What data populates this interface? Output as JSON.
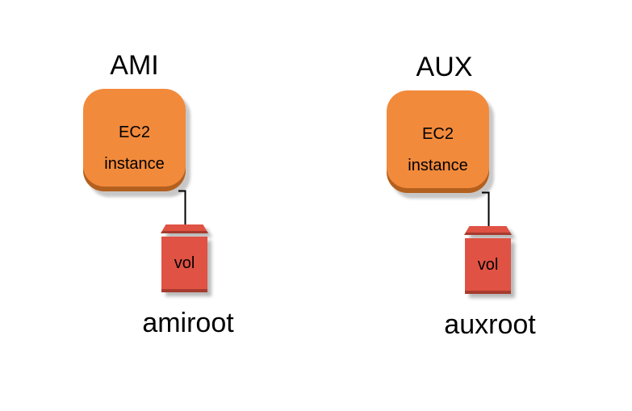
{
  "colors": {
    "background": "#ffffff",
    "instance_fill": "#F28A3C",
    "instance_shade": "#B3601F",
    "volume_fill": "#E05243",
    "volume_shade": "#A63B2E",
    "connector": "#000000",
    "shadow": "#c8c8c8",
    "text": "#000000"
  },
  "groups": [
    {
      "title": "AMI",
      "node_line1": "EC2",
      "node_line2": "instance",
      "volume_label": "vol",
      "caption": "amiroot"
    },
    {
      "title": "AUX",
      "node_line1": "EC2",
      "node_line2": "instance",
      "volume_label": "vol",
      "caption": "auxroot"
    }
  ]
}
